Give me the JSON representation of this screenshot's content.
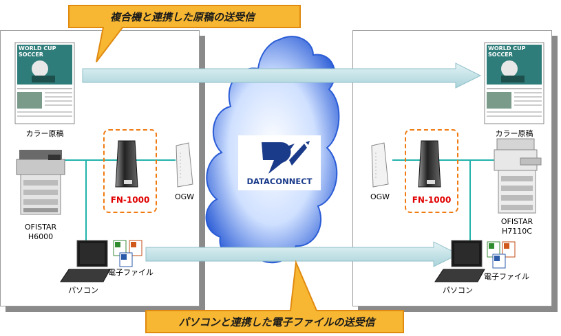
{
  "callouts": {
    "top": "複合機と連携した原稿の送受信",
    "bottom": "パソコンと連携した電子ファイルの送受信"
  },
  "left_site": {
    "document_label": "カラー原稿",
    "mfp_label_line1": "OFISTAR",
    "mfp_label_line2": "H6000",
    "device_label": "FN-1000",
    "gateway_label": "OGW",
    "file_label": "電子ファイル",
    "pc_label": "パソコン"
  },
  "right_site": {
    "document_label": "カラー原稿",
    "mfp_label_line1": "OFISTAR",
    "mfp_label_line2": "H7110C",
    "device_label": "FN-1000",
    "gateway_label": "OGW",
    "file_label": "電子ファイル",
    "pc_label": "パソコン"
  },
  "cloud": {
    "logo_text": "DATACONNECT"
  },
  "document_thumb": {
    "headline_line1": "WORLD CUP",
    "headline_line2": "SOCCER"
  },
  "colors": {
    "callout_fill": "#f7b733",
    "callout_border": "#e08a10",
    "arrow_fill": "#cfe8ec",
    "line_color": "#20b2aa",
    "fn_label": "#e00000",
    "cloud_blue": "#2a5cd6",
    "logo_blue": "#1a3a8a"
  }
}
